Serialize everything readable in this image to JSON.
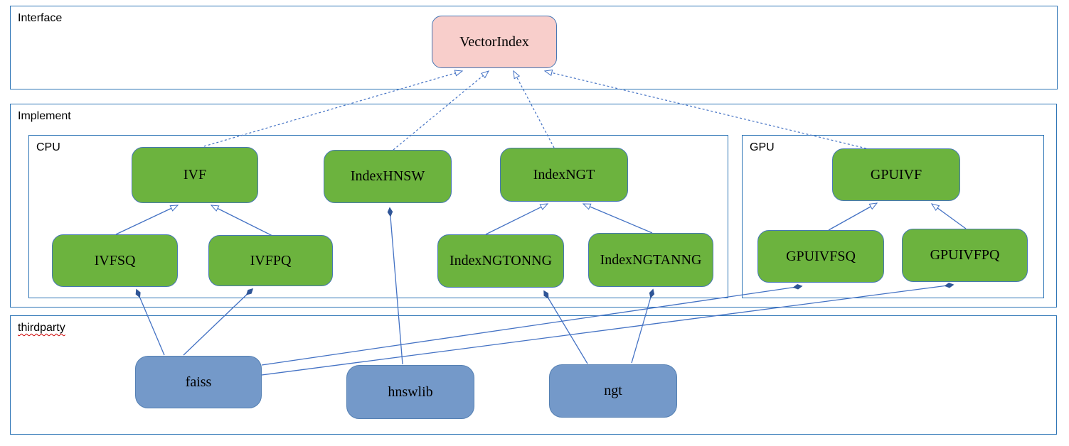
{
  "diagram": {
    "containers": {
      "interface": {
        "label": "Interface"
      },
      "implement": {
        "label": "Implement"
      },
      "cpu": {
        "label": "CPU"
      },
      "gpu": {
        "label": "GPU"
      },
      "thirdparty": {
        "label": "thirdparty",
        "spellcheck_underline": true
      }
    },
    "nodes": {
      "vectorindex": {
        "label": "VectorIndex",
        "kind": "interface",
        "fill": "#F8CECB"
      },
      "ivf": {
        "label": "IVF",
        "kind": "cpu-class",
        "fill": "#6CB33E"
      },
      "indexhnsw": {
        "label": "IndexHNSW",
        "kind": "cpu-class",
        "fill": "#6CB33E"
      },
      "indexngt": {
        "label": "IndexNGT",
        "kind": "cpu-class",
        "fill": "#6CB33E"
      },
      "ivfsq": {
        "label": "IVFSQ",
        "kind": "cpu-class",
        "fill": "#6CB33E"
      },
      "ivfpq": {
        "label": "IVFPQ",
        "kind": "cpu-class",
        "fill": "#6CB33E"
      },
      "indexngtonng": {
        "label": "IndexNGTONNG",
        "kind": "cpu-class",
        "fill": "#6CB33E"
      },
      "indexngtanng": {
        "label": "IndexNGTANNG",
        "kind": "cpu-class",
        "fill": "#6CB33E"
      },
      "gpuivf": {
        "label": "GPUIVF",
        "kind": "gpu-class",
        "fill": "#6CB33E"
      },
      "gpuivfsq": {
        "label": "GPUIVFSQ",
        "kind": "gpu-class",
        "fill": "#6CB33E"
      },
      "gpuivfpq": {
        "label": "GPUIVFPQ",
        "kind": "gpu-class",
        "fill": "#6CB33E"
      },
      "faiss": {
        "label": "faiss",
        "kind": "thirdparty-lib",
        "fill": "#7499C9"
      },
      "hnswlib": {
        "label": "hnswlib",
        "kind": "thirdparty-lib",
        "fill": "#7499C9"
      },
      "ngt": {
        "label": "ngt",
        "kind": "thirdparty-lib",
        "fill": "#7499C9"
      }
    },
    "edges": [
      {
        "from": "IVF",
        "to": "VectorIndex",
        "type": "realization-dashed-open-arrow"
      },
      {
        "from": "IndexHNSW",
        "to": "VectorIndex",
        "type": "realization-dashed-open-arrow"
      },
      {
        "from": "IndexNGT",
        "to": "VectorIndex",
        "type": "realization-dashed-open-arrow"
      },
      {
        "from": "GPUIVF",
        "to": "VectorIndex",
        "type": "realization-dashed-open-arrow"
      },
      {
        "from": "IVFSQ",
        "to": "IVF",
        "type": "generalization-open-arrow"
      },
      {
        "from": "IVFPQ",
        "to": "IVF",
        "type": "generalization-open-arrow"
      },
      {
        "from": "IndexNGTONNG",
        "to": "IndexNGT",
        "type": "generalization-open-arrow"
      },
      {
        "from": "IndexNGTANNG",
        "to": "IndexNGT",
        "type": "generalization-open-arrow"
      },
      {
        "from": "GPUIVFSQ",
        "to": "GPUIVF",
        "type": "generalization-open-arrow"
      },
      {
        "from": "GPUIVFPQ",
        "to": "GPUIVF",
        "type": "generalization-open-arrow"
      },
      {
        "from": "faiss",
        "to": "IVFSQ",
        "type": "composition-filled-diamond"
      },
      {
        "from": "faiss",
        "to": "IVFPQ",
        "type": "composition-filled-diamond"
      },
      {
        "from": "faiss",
        "to": "GPUIVFSQ",
        "type": "composition-filled-diamond"
      },
      {
        "from": "faiss",
        "to": "GPUIVFPQ",
        "type": "composition-filled-diamond"
      },
      {
        "from": "hnswlib",
        "to": "IndexHNSW",
        "type": "composition-filled-diamond"
      },
      {
        "from": "ngt",
        "to": "IndexNGTONNG",
        "type": "composition-filled-diamond"
      },
      {
        "from": "ngt",
        "to": "IndexNGTANNG",
        "type": "composition-filled-diamond"
      }
    ],
    "colors": {
      "container_border": "#2E75B6",
      "node_border": "#4677B4",
      "green_fill": "#6CB33E",
      "pink_fill": "#F8CECB",
      "blue_fill": "#7499C9",
      "connector_line": "#4472C4",
      "diamond_fill": "#2F5597",
      "spellcheck_wave": "#CC0000",
      "background": "#FFFFFF"
    }
  }
}
